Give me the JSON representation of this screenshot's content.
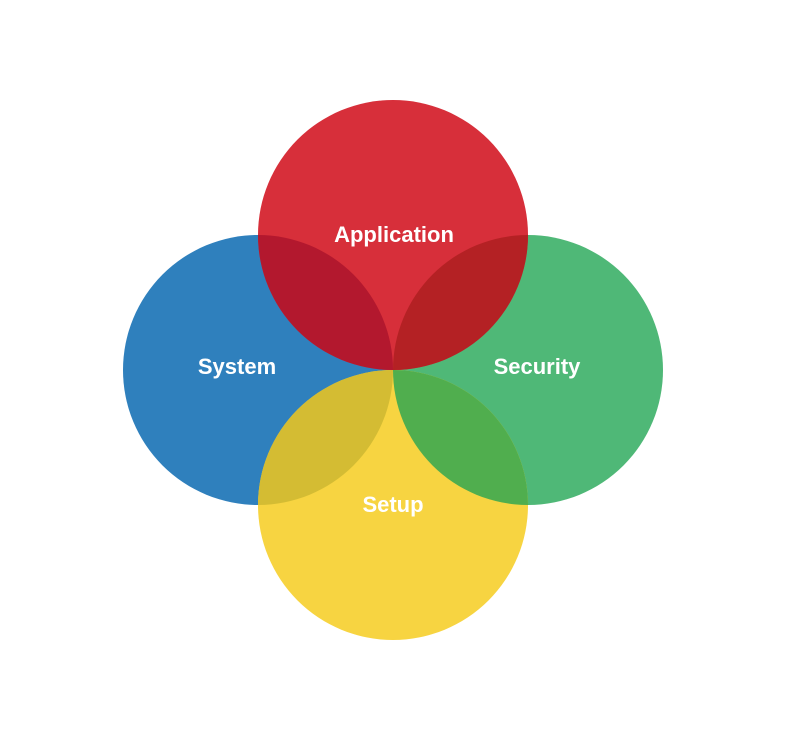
{
  "diagram": {
    "type": "venn",
    "circles": [
      {
        "id": "application",
        "label": "Application",
        "color": "#d72f3a"
      },
      {
        "id": "system",
        "label": "System",
        "color": "#2f80bd"
      },
      {
        "id": "security",
        "label": "Security",
        "color": "#4fb877"
      },
      {
        "id": "setup",
        "label": "Setup",
        "color": "#f7d441"
      }
    ],
    "overlap_colors": {
      "application_system": "#b3182e",
      "application_security": "#b42124",
      "system_setup": "#d4bc33",
      "security_setup": "#50ae4e"
    }
  }
}
